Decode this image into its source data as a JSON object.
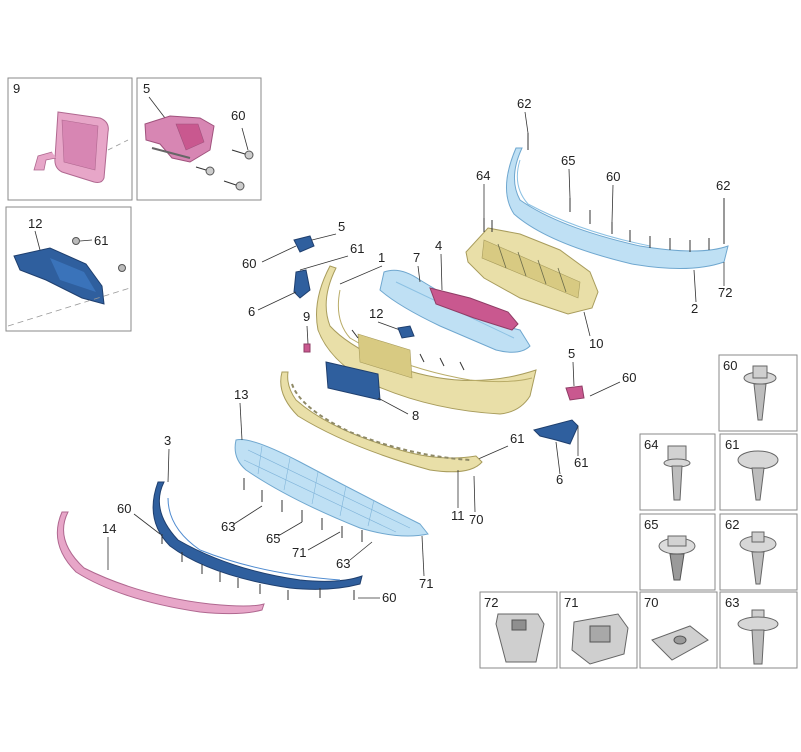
{
  "callouts": {
    "inset_left_top": "9",
    "inset_mid_top": "5",
    "inset_mid_60": "60",
    "inset_bottom_12": "12",
    "inset_bottom_61": "61",
    "c62_top": "62",
    "c65_top": "65",
    "c60_top": "60",
    "c62_right": "62",
    "c72_right": "72",
    "c2": "2",
    "c64": "64",
    "c4": "4",
    "c7": "7",
    "c10": "10",
    "c5_upper": "5",
    "c60_upper_left": "60",
    "c61_upper": "61",
    "c1": "1",
    "c6_left": "6",
    "c9": "9",
    "c12_mid": "12",
    "c8": "8",
    "c5_right": "5",
    "c60_right": "60",
    "c61_right": "61",
    "c61_right_low": "61",
    "c6_right": "6",
    "c13": "13",
    "c11": "11",
    "c70_main": "70",
    "c3": "3",
    "c60_lower_left": "60",
    "c14": "14",
    "c63_a": "63",
    "c65_lower": "65",
    "c71_lower": "71",
    "c63_b": "63",
    "c71_right": "71",
    "c60_bottom": "60"
  },
  "legend": {
    "p60": "60",
    "p64": "64",
    "p61": "61",
    "p65": "65",
    "p62": "62",
    "p72": "72",
    "p71": "71",
    "p70": "70",
    "p63": "63"
  },
  "colors": {
    "pink": "#e7a6c8",
    "magenta": "#c9588f",
    "light_blue": "#bfe0f4",
    "navy": "#2f5f9e",
    "beige": "#e9dfa8",
    "khaki": "#d8ca82",
    "grey": "#cfcfcf",
    "steel_blue": "#3f7cc6"
  }
}
